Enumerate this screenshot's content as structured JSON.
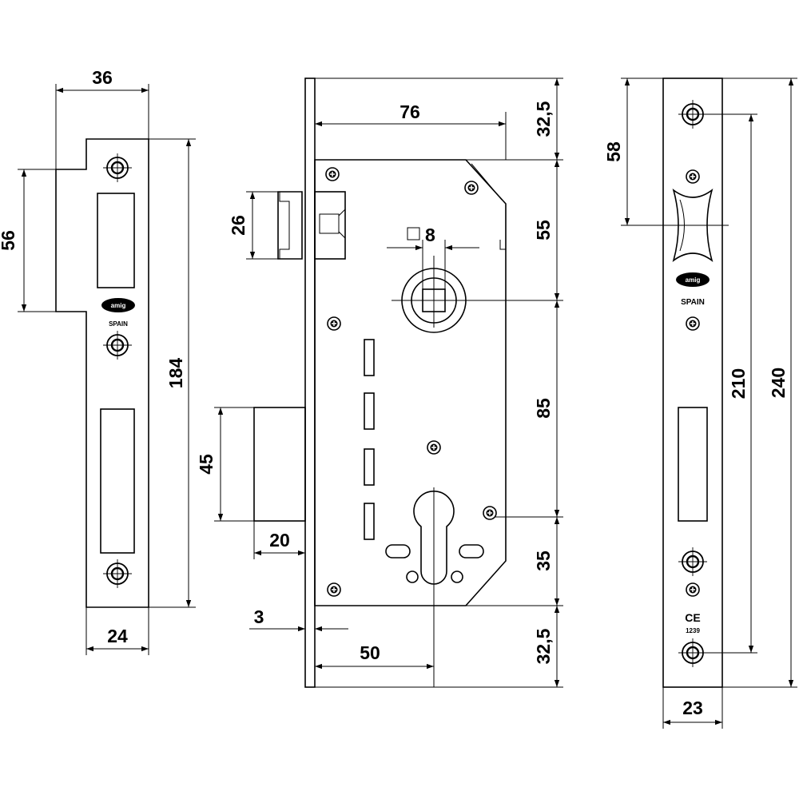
{
  "strike_plate": {
    "dims": {
      "width_top": "36",
      "lip_height": "56",
      "height": "184",
      "width_bottom": "24"
    },
    "brand": "amig",
    "country": "SPAIN"
  },
  "lock_body": {
    "dims": {
      "backset_width": "76",
      "top_margin": "32,5",
      "latch_height": "26",
      "upper_span": "55",
      "spindle": "8",
      "spindle_prefix": "□",
      "mid_span": "85",
      "bolt_height": "45",
      "bolt_throw": "20",
      "cylinder_span": "35",
      "faceplate": "3",
      "backset": "50",
      "bottom_margin": "32,5"
    }
  },
  "faceplate": {
    "dims": {
      "top_offset": "58",
      "screw_span": "210",
      "height": "240",
      "width": "23"
    },
    "brand": "amig",
    "country": "SPAIN",
    "ce_mark": "CE",
    "cert_number": "1239"
  }
}
